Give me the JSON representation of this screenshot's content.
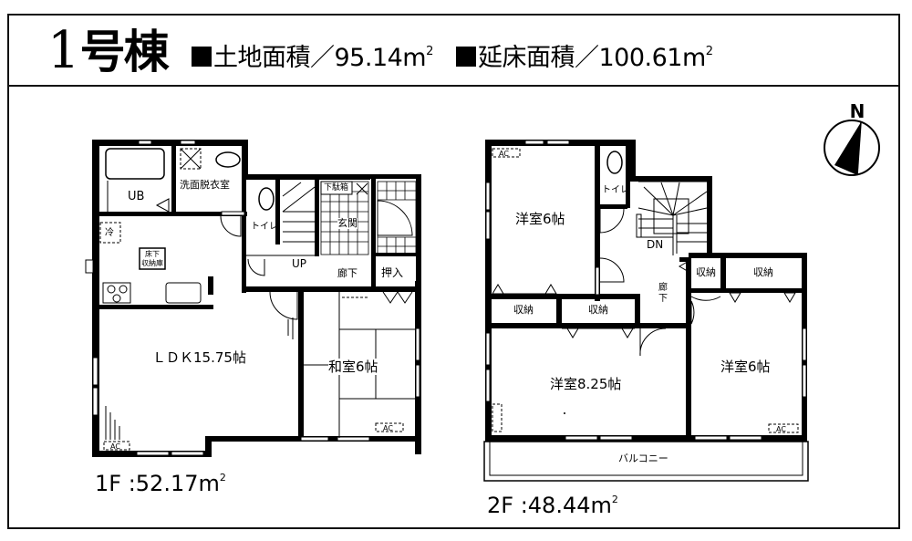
{
  "header": {
    "building_number": "1",
    "building_suffix": "号棟",
    "land_area_label": "土地面積／95.14m",
    "land_area_sup": "2",
    "floor_area_label": "延床面積／100.61m",
    "floor_area_sup": "2"
  },
  "compass": {
    "label": "N",
    "icon": "north-arrow-icon"
  },
  "floor1": {
    "area_label": "1F :52.17m",
    "area_sup": "2",
    "rooms": {
      "ub": "UB",
      "washroom": "洗面脱衣室",
      "toilet": "トイレ",
      "up": "UP",
      "shoe_closet": "下駄箱",
      "entrance": "玄関",
      "hallway": "廊下",
      "closet": "押入",
      "ldk": "ＬＤＫ15.75帖",
      "japanese_room": "和室6帖",
      "fridge": "冷",
      "underfloor_storage_1": "床下",
      "underfloor_storage_2": "収納庫",
      "ac": "AC"
    }
  },
  "floor2": {
    "area_label": "2F :48.44m",
    "area_sup": "2",
    "rooms": {
      "western_nw": "洋室6帖",
      "toilet": "トイレ",
      "dn": "DN",
      "hallway_1": "廊",
      "hallway_2": "下",
      "storage_a": "収納",
      "storage_b": "収納",
      "storage_c": "収納",
      "storage_d": "収納",
      "western_sw": "洋室8.25帖",
      "western_se": "洋室6帖",
      "balcony": "バルコニー",
      "ac": "AC"
    }
  }
}
